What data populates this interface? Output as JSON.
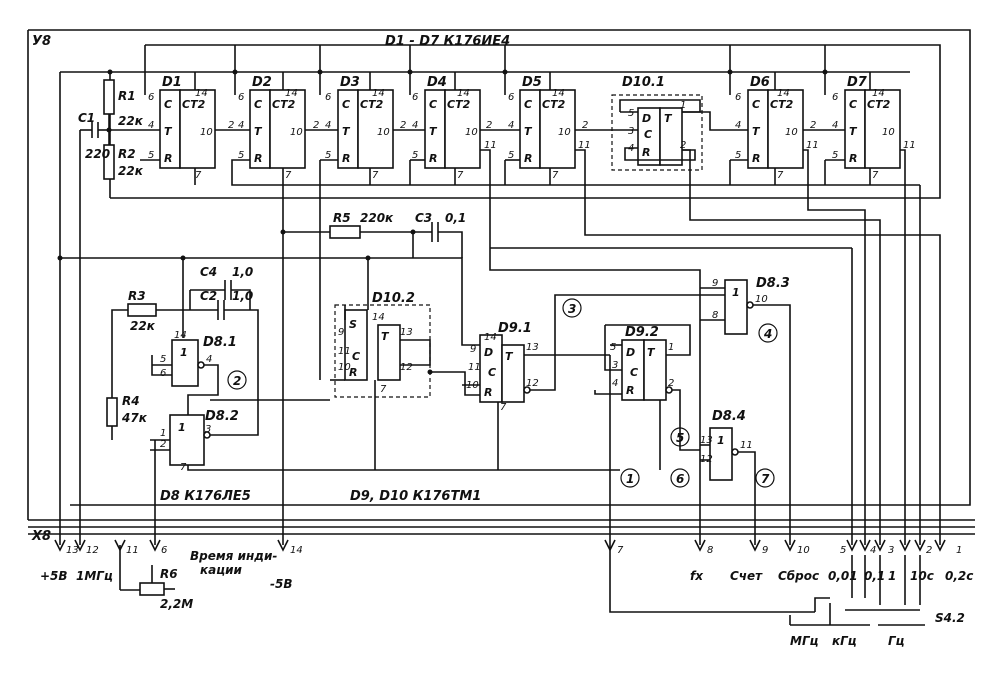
{
  "board": {
    "label": "У8",
    "connector": "Х8"
  },
  "headers": {
    "counters": "D1 - D7  К176ИЕ4",
    "logic": "D8  К176ЛЕ5",
    "flipflops": "D9, D10  К176ТМ1"
  },
  "chips": [
    {
      "id": "d1",
      "label": "D1",
      "type": "CT2"
    },
    {
      "id": "d2",
      "label": "D2",
      "type": "CT2"
    },
    {
      "id": "d3",
      "label": "D3",
      "type": "CT2"
    },
    {
      "id": "d4",
      "label": "D4",
      "type": "CT2"
    },
    {
      "id": "d5",
      "label": "D5",
      "type": "CT2"
    },
    {
      "id": "d101",
      "label": "D10.1",
      "type": "T"
    },
    {
      "id": "d6",
      "label": "D6",
      "type": "CT2"
    },
    {
      "id": "d7",
      "label": "D7",
      "type": "CT2"
    },
    {
      "id": "d102",
      "label": "D10.2",
      "type": "T"
    },
    {
      "id": "d91",
      "label": "D9.1",
      "type": "T"
    },
    {
      "id": "d92",
      "label": "D9.2",
      "type": "T"
    },
    {
      "id": "d81",
      "label": "D8.1",
      "type": "1"
    },
    {
      "id": "d82",
      "label": "D8.2",
      "type": "1"
    },
    {
      "id": "d83",
      "label": "D8.3",
      "type": "1"
    },
    {
      "id": "d84",
      "label": "D8.4",
      "type": "1"
    }
  ],
  "components": {
    "r1": {
      "name": "R1",
      "value": "22к"
    },
    "r2": {
      "name": "R2",
      "value": "22к"
    },
    "c1": {
      "name": "C1",
      "value": "220"
    },
    "r3": {
      "name": "R3",
      "value": "22к"
    },
    "r4": {
      "name": "R4",
      "value": "47к"
    },
    "r5": {
      "name": "R5",
      "value": "220к"
    },
    "c3": {
      "name": "C3",
      "value": "0,1"
    },
    "c4": {
      "name": "C4",
      "value": "1,0"
    },
    "c2": {
      "name": "C2",
      "value": "1,0"
    },
    "r6": {
      "name": "R6",
      "value": "2,2М"
    }
  },
  "markers": [
    "1",
    "2",
    "3",
    "4",
    "5",
    "6",
    "7"
  ],
  "connector_pins": [
    {
      "pin": "13",
      "label": "+5В"
    },
    {
      "pin": "12",
      "label": "1МГц"
    },
    {
      "pin": "11",
      "label": ""
    },
    {
      "pin": "6",
      "label": "Время инди-кации"
    },
    {
      "pin": "14",
      "label": "-5В"
    },
    {
      "pin": "7",
      "label": ""
    },
    {
      "pin": "8",
      "label": "fх"
    },
    {
      "pin": "9",
      "label": "Счет"
    },
    {
      "pin": "10",
      "label": "Сброс"
    },
    {
      "pin": "5",
      "label": "0,01"
    },
    {
      "pin": "4",
      "label": "0,1"
    },
    {
      "pin": "3",
      "label": "1"
    },
    {
      "pin": "2",
      "label": "10с"
    },
    {
      "pin": "1",
      "label": "0,2с"
    }
  ],
  "switch": {
    "name": "S4.2",
    "positions": [
      "МГц",
      "кГц",
      "Гц"
    ]
  },
  "labels": {
    "indication_time_1": "Время инди-",
    "indication_time_2": "кации"
  }
}
